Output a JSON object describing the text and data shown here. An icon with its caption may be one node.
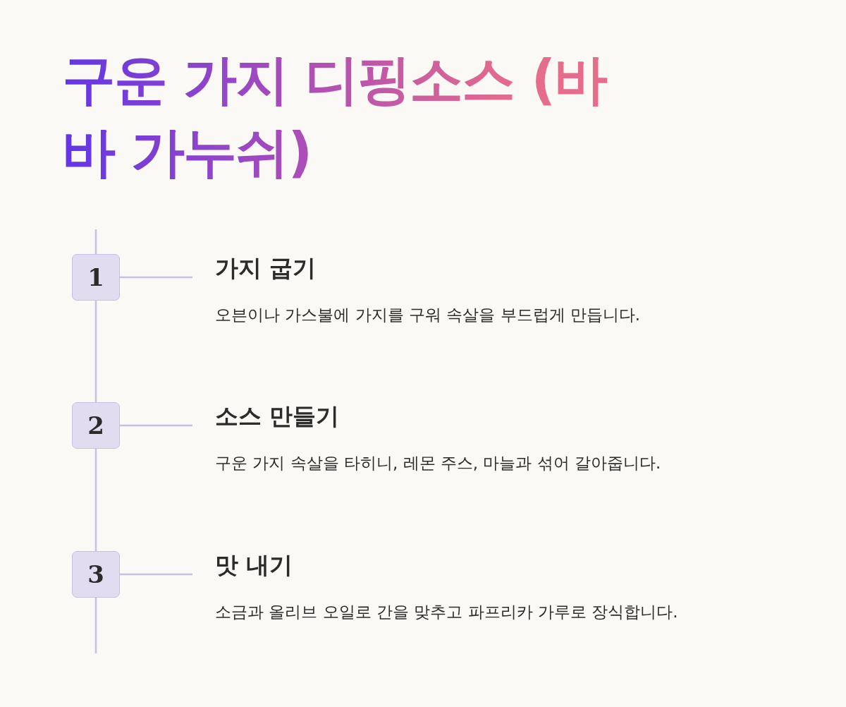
{
  "diagram": {
    "title": "구운 가지 디핑소스 (바바 가누쉬)",
    "nodes": [
      {
        "text": [
          "1"
        ]
      },
      {
        "text": [
          "가지 굽기",
          "오븐이나 가스불에 가지를 구워 속살을 부드럽게 만듭니다."
        ]
      },
      {
        "text": [
          "2"
        ]
      },
      {
        "text": [
          "소스 만들기",
          "구운 가지 속살을 타히니, 레몬 주스, 마늘과 섞어 갈아줍니다."
        ]
      },
      {
        "text": [
          "3"
        ]
      },
      {
        "text": [
          "맛 내기",
          "소금과 올리브 오일로 간을 맞추고 파프리카 가루로 장식합니다."
        ]
      }
    ],
    "edges": [
      {
        "from": 0,
        "to": 1,
        "arrow": "none"
      },
      {
        "from": 2,
        "to": 3,
        "arrow": "none"
      },
      {
        "from": 4,
        "to": 5,
        "arrow": "none"
      },
      {
        "from": 0,
        "to": 2,
        "arrow": "none"
      },
      {
        "from": 2,
        "to": 4,
        "arrow": "none"
      }
    ]
  }
}
